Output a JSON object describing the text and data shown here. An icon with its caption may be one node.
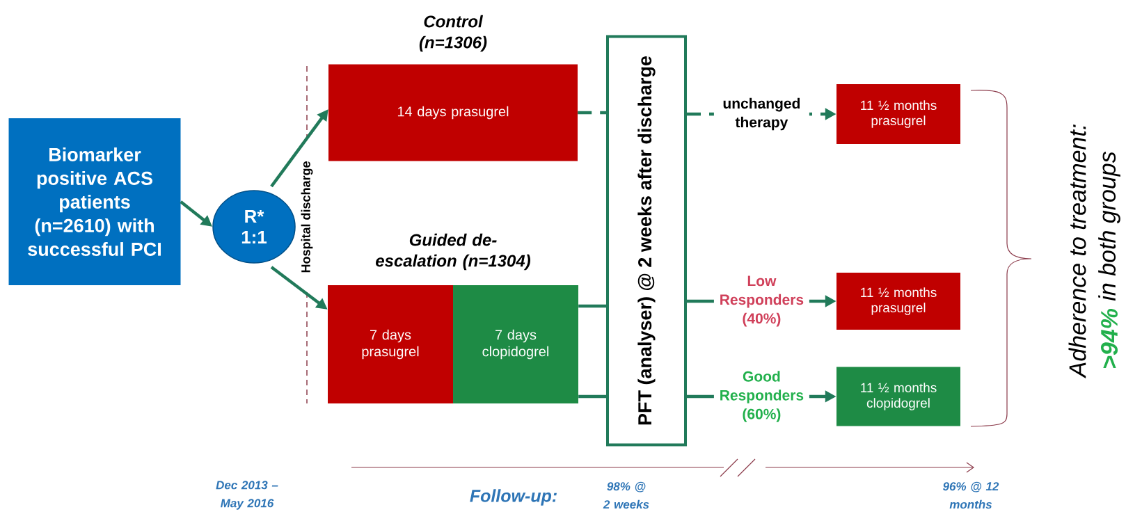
{
  "diagram": {
    "nodes": [
      {
        "text": [
          "Biomarker positive ACS patients (n=2610) with successful PCI"
        ]
      },
      {
        "text": [
          "R* 1:1"
        ]
      },
      {
        "text": [
          "Control (n=1306)",
          "14 days prasugrel"
        ]
      },
      {
        "text": [
          "7 days prasugrel"
        ]
      },
      {
        "text": [
          "7 days clopidogrel"
        ]
      },
      {
        "text": [
          "PFT (analyser) @ 2 weeks after discharge"
        ]
      },
      {
        "text": [
          "11 ½ months prasugrel"
        ]
      },
      {
        "text": [
          "11 ½ months prasugrel"
        ]
      },
      {
        "text": [
          "11 ½ months clopidogrel"
        ]
      }
    ],
    "edges": [
      {
        "from": 0,
        "to": 1,
        "arrow": "to"
      },
      {
        "from": 1,
        "to": 2,
        "arrow": "to"
      },
      {
        "from": 1,
        "to": 3,
        "arrow": "to"
      },
      {
        "from": 2,
        "to": 5,
        "arrow": "none",
        "style": "dashed"
      },
      {
        "from": 5,
        "to": 6,
        "arrow": "to",
        "style": "dashed",
        "label": "unchanged therapy"
      },
      {
        "from": 4,
        "to": 5,
        "arrow": "none"
      },
      {
        "from": 4,
        "to": 5,
        "arrow": "none"
      },
      {
        "from": 5,
        "to": 7,
        "arrow": "to",
        "label": "Low Responders (40%)"
      },
      {
        "from": 5,
        "to": 8,
        "arrow": "to",
        "label": "Good Responders (60%)"
      }
    ],
    "labels": [
      "Hospital discharge",
      "Guided de-escalation (n=1304)",
      "Adherence to treatment:",
      ">94%",
      "in both groups",
      "Dec 2013 – May 2016",
      "Follow-up:",
      "98% @ 2 weeks",
      "96% @ 12 months"
    ]
  }
}
